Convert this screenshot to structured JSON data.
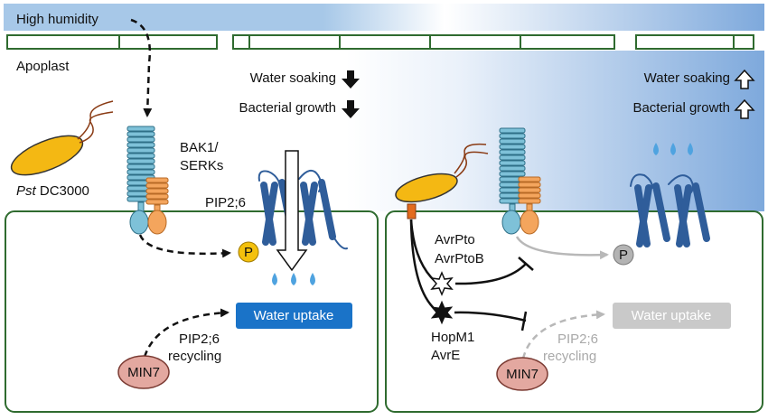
{
  "colors": {
    "sky": "#9fc3e6",
    "sky_right": "#7fa9dd",
    "membrane_edge": "#2f6b2f",
    "receptor_blue": "#7ec1d8",
    "receptor_orange": "#f4a55d",
    "aquaporin": "#2f5d9a",
    "water_uptake_active": "#1a73c8",
    "water_uptake_inactive": "#c9c9c9",
    "min7_fill": "#e3a8a0",
    "phospho_active": "#f4c10d",
    "phospho_inactive": "#b3b3b3",
    "bacterium": "#f4b813"
  },
  "labels": {
    "high_humidity": "High humidity",
    "apoplast": "Apoplast",
    "pst": "Pst",
    "dc3000": " DC3000",
    "bak1": "BAK1/",
    "serks": "SERKs",
    "pip26": "PIP2;6",
    "phospho": "P",
    "min7": "MIN7",
    "pip26_recycling_1": "PIP2;6",
    "pip26_recycling_2": "recycling",
    "water_soaking": "Water soaking",
    "bacterial_growth": "Bacterial growth",
    "avrpto": "AvrPto",
    "avrptob": "AvrPtoB",
    "hopm1": "HopM1",
    "avre": "AvrE"
  },
  "left_panel": {
    "water_uptake": "Water uptake",
    "water_soaking_trend": "down",
    "bacterial_growth_trend": "down"
  },
  "right_panel": {
    "water_uptake": "Water uptake",
    "water_soaking_trend": "up",
    "bacterial_growth_trend": "up"
  }
}
